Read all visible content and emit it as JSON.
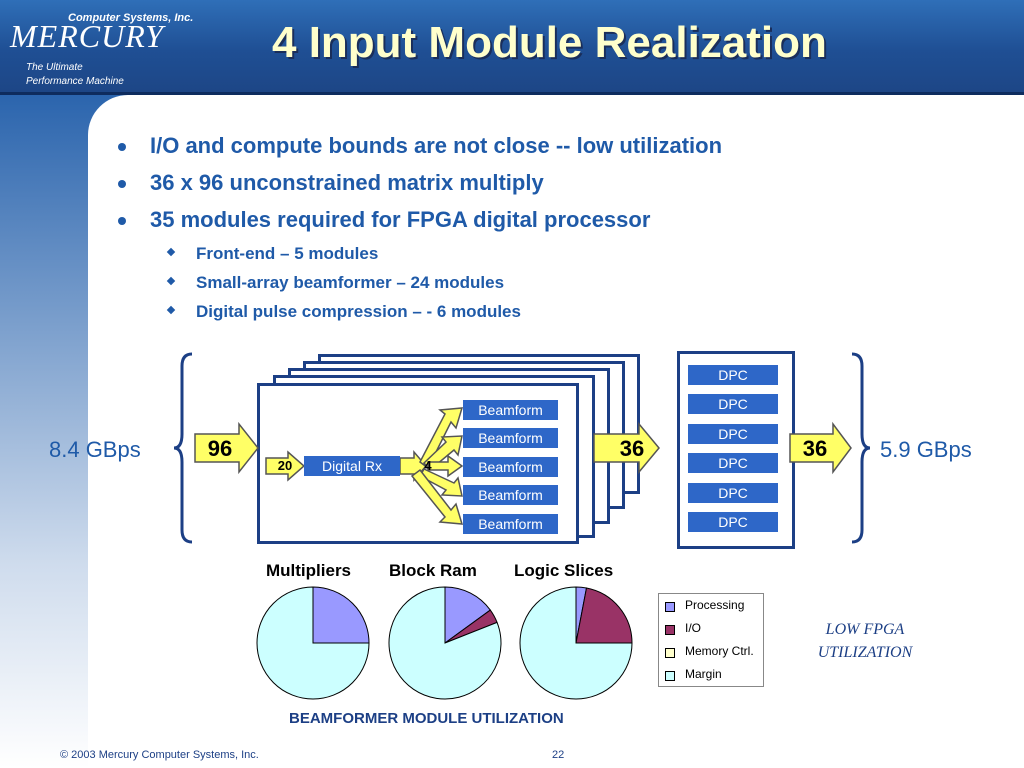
{
  "logo": {
    "company": "Computer Systems, Inc.",
    "brand": "MERCURY",
    "tagline_1": "The Ultimate",
    "tagline_2": "Performance Machine"
  },
  "title": "4 Input Module Realization",
  "bullets": [
    "I/O and compute bounds are not close -- low utilization",
    "36 x 96 unconstrained matrix multiply",
    "35 modules required for FPGA digital processor"
  ],
  "sub_bullets": [
    "Front-end – 5 modules",
    "Small-array beamformer – 24 modules",
    "Digital pulse compression – - 6 modules"
  ],
  "diagram": {
    "input_rate": "8.4 GBps",
    "output_rate": "5.9 GBps",
    "input_arrow": "96",
    "mid_arrow": "36",
    "out_arrow": "36",
    "rx_in": "20",
    "rx_label": "Digital Rx",
    "rx_out": "4",
    "beamform_labels": [
      "Beamform",
      "Beamform",
      "Beamform",
      "Beamform",
      "Beamform"
    ],
    "dpc_labels": [
      "DPC",
      "DPC",
      "DPC",
      "DPC",
      "DPC",
      "DPC"
    ]
  },
  "chart_data": [
    {
      "type": "pie",
      "title": "Multipliers",
      "labels": [
        "Processing",
        "I/O",
        "Memory Ctrl.",
        "Margin"
      ],
      "values": [
        25,
        0,
        0,
        75
      ]
    },
    {
      "type": "pie",
      "title": "Block Ram",
      "labels": [
        "Processing",
        "I/O",
        "Memory Ctrl.",
        "Margin"
      ],
      "values": [
        15,
        4,
        0,
        81
      ]
    },
    {
      "type": "pie",
      "title": "Logic Slices",
      "labels": [
        "Processing",
        "I/O",
        "Memory Ctrl.",
        "Margin"
      ],
      "values": [
        3,
        22,
        0,
        75
      ]
    }
  ],
  "legend": {
    "items": [
      {
        "label": "Processing",
        "color": "#9999ff"
      },
      {
        "label": "I/O",
        "color": "#993366"
      },
      {
        "label": "Memory Ctrl.",
        "color": "#ffffcc"
      },
      {
        "label": "Margin",
        "color": "#ccffff"
      }
    ]
  },
  "callout": {
    "line1": "LOW FPGA",
    "line2": "UTILIZATION"
  },
  "caption": "BEAMFORMER MODULE UTILIZATION",
  "footer": {
    "copyright": "© 2003 Mercury Computer Systems, Inc.",
    "page": "22"
  },
  "colors": {
    "header": "#2a5ea8",
    "title": "#ffffcc",
    "text_blue": "#1f5aa8",
    "block_blue": "#2e67c8",
    "arrow_yellow": "#ffff66",
    "frame": "#1c3f85"
  }
}
